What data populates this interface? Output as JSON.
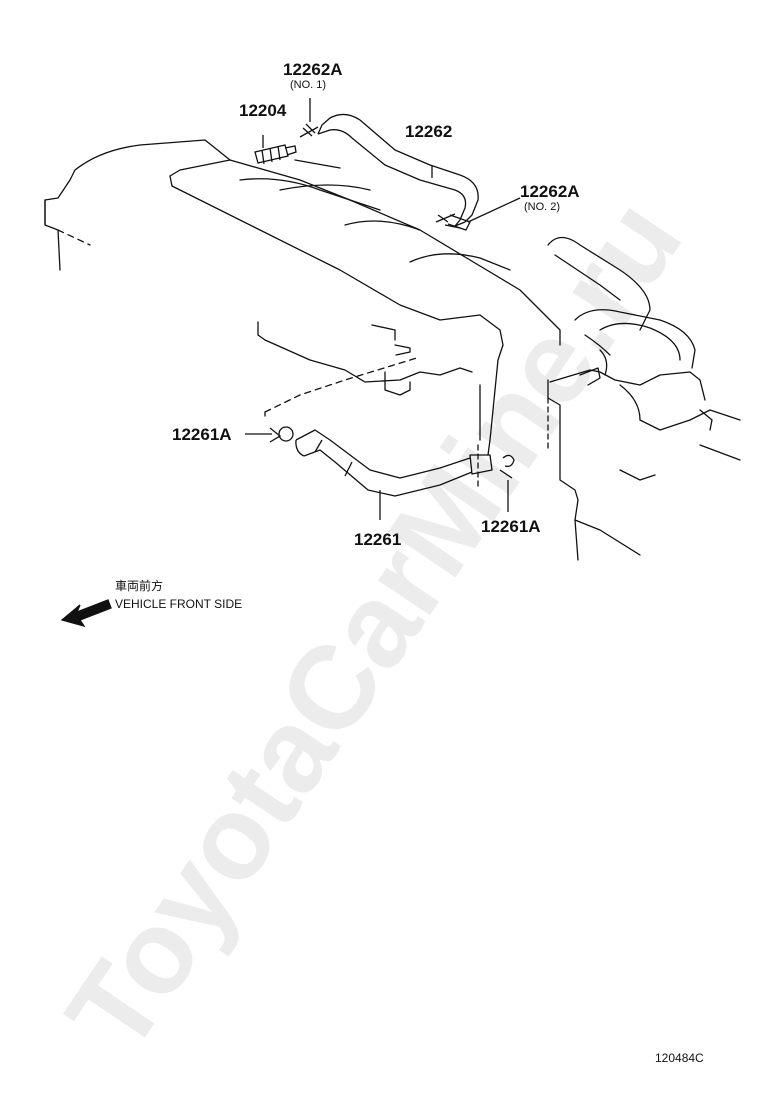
{
  "watermark": "ToyotaCarMine.ru",
  "parts": {
    "p12262A_no1": {
      "number": "12262A",
      "note": "(NO. 1)"
    },
    "p12204": {
      "number": "12204"
    },
    "p12262": {
      "number": "12262"
    },
    "p12262A_no2": {
      "number": "12262A",
      "note": "(NO. 2)"
    },
    "p12261A_left": {
      "number": "12261A"
    },
    "p12261": {
      "number": "12261"
    },
    "p12261A_right": {
      "number": "12261A"
    }
  },
  "direction": {
    "japanese": "車両前方",
    "english": "VEHICLE FRONT SIDE"
  },
  "figure_code": "120484C",
  "colors": {
    "line": "#111111",
    "watermark": "#ececec"
  }
}
